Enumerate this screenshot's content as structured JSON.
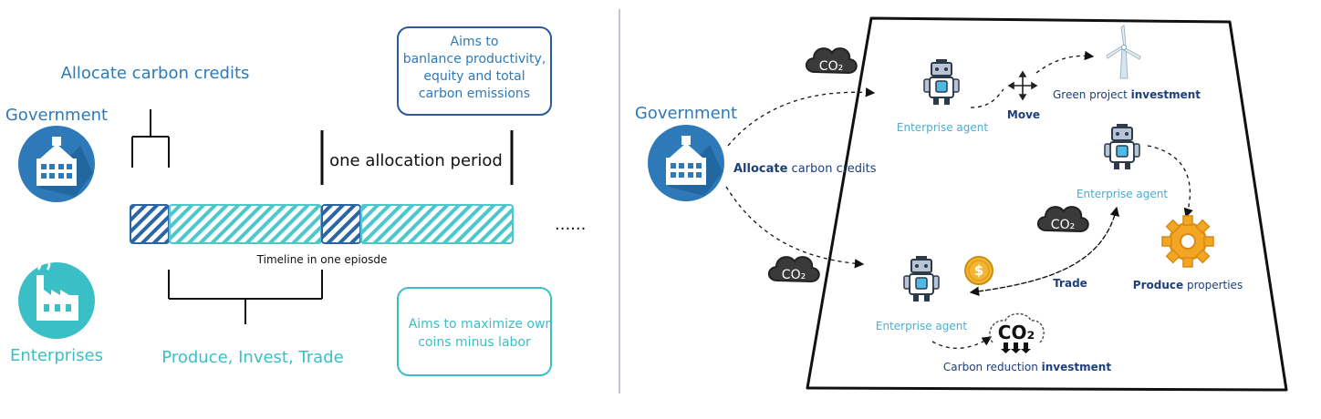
{
  "left": {
    "allocate_label": "Allocate carbon credits",
    "government_label": "Government",
    "enterprises_label": "Enterprises",
    "period_label": "one allocation period",
    "timeline_label": "Timeline in one epiosde",
    "produce_label": "Produce, Invest, Trade",
    "ellipsis": "......",
    "gov_goal": [
      "Aims to",
      "banlance productivity,",
      "equity and total",
      "carbon emissions"
    ],
    "ent_goal": [
      "Aims to maximize own",
      "coins minus labor"
    ]
  },
  "right": {
    "government_label": "Government",
    "allocate_bold": "Allocate",
    "allocate_rest": " carbon credits",
    "agent_label_top": "Enterprise agent",
    "agent_label_mid": "Enterprise agent",
    "agent_label_bottom": "Enterprise agent",
    "move_label": "Move",
    "green_label": "Green project ",
    "green_bold": "investment",
    "produce_bold": "Produce",
    "produce_rest": " properties",
    "trade_label": "Trade",
    "carbon_label": "Carbon reduction ",
    "carbon_bold": "investment",
    "co2": "CO₂"
  },
  "colors": {
    "gov_blue": "#2e7ab8",
    "ent_teal": "#3bbfc6",
    "dark_navy": "#1d3f7a",
    "dark_stripe": "#2a66a6"
  }
}
